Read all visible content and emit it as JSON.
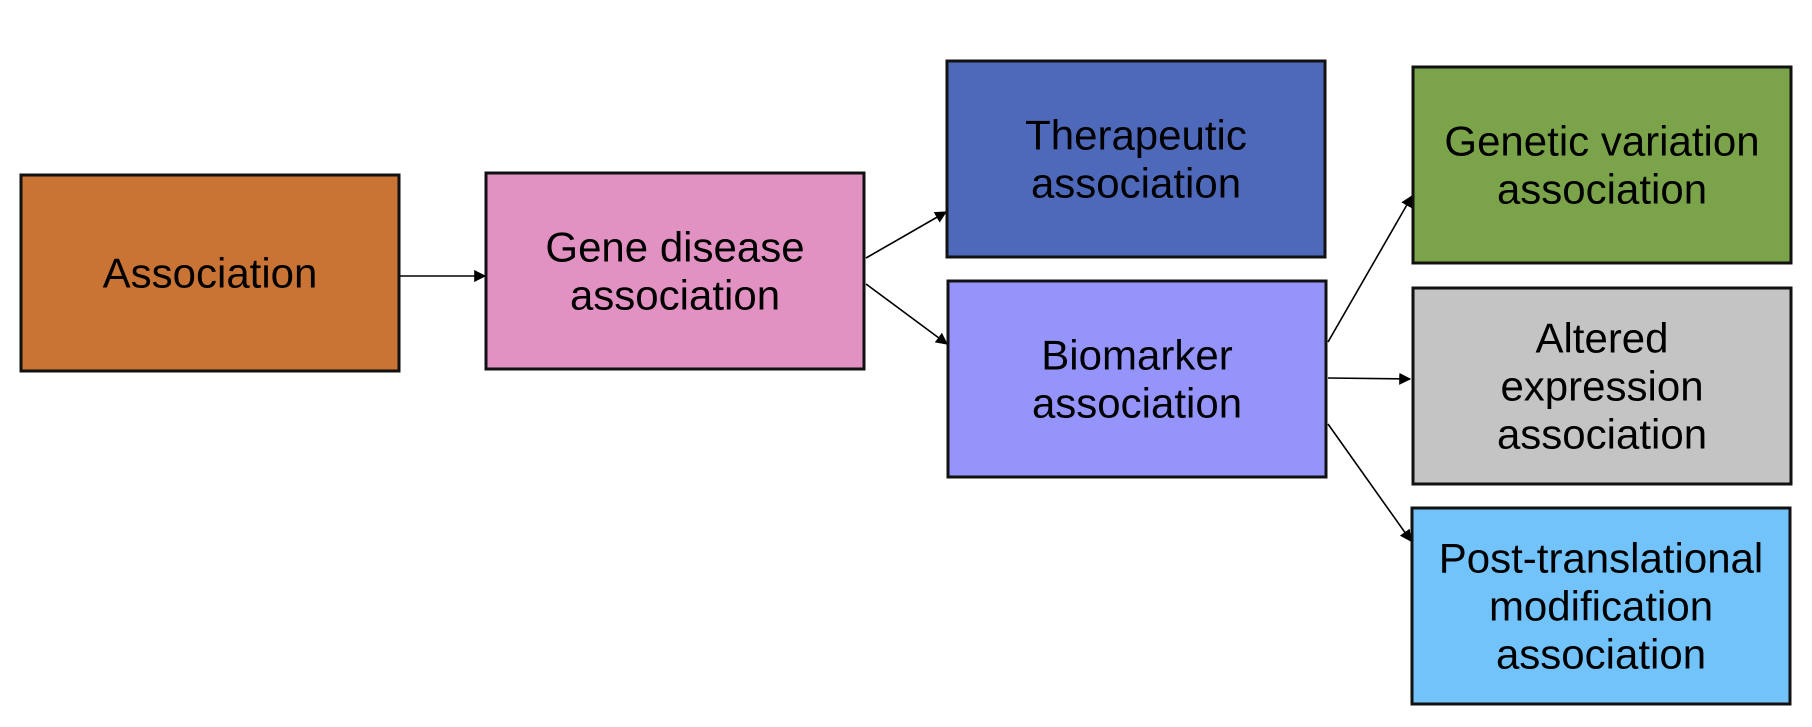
{
  "diagram": {
    "nodes": [
      {
        "id": "association",
        "label_lines": [
          "Association"
        ],
        "color": "#C97434"
      },
      {
        "id": "gene-disease",
        "label_lines": [
          "Gene disease",
          "association"
        ],
        "color": "#E291C3"
      },
      {
        "id": "therapeutic",
        "label_lines": [
          "Therapeutic",
          "association"
        ],
        "color": "#4F69BA"
      },
      {
        "id": "biomarker",
        "label_lines": [
          "Biomarker",
          "association"
        ],
        "color": "#9494FA"
      },
      {
        "id": "genetic-variation",
        "label_lines": [
          "Genetic variation",
          "association"
        ],
        "color": "#7BA44A"
      },
      {
        "id": "altered-expression",
        "label_lines": [
          "Altered",
          "expression",
          "association"
        ],
        "color": "#C4C4C4"
      },
      {
        "id": "post-translational",
        "label_lines": [
          "Post-translational",
          "modification",
          "association"
        ],
        "color": "#72C3FA"
      }
    ],
    "edges": [
      {
        "from": "association",
        "to": "gene-disease"
      },
      {
        "from": "gene-disease",
        "to": "therapeutic"
      },
      {
        "from": "gene-disease",
        "to": "biomarker"
      },
      {
        "from": "biomarker",
        "to": "genetic-variation"
      },
      {
        "from": "biomarker",
        "to": "altered-expression"
      },
      {
        "from": "biomarker",
        "to": "post-translational"
      }
    ]
  }
}
